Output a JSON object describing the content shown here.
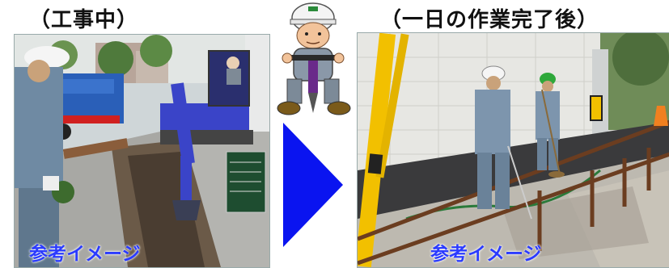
{
  "headings": {
    "during_work": "（工事中）",
    "after_day_work": "（一日の作業完了後）"
  },
  "captions": {
    "left_photo": "参考イメージ",
    "right_photo": "参考イメージ"
  },
  "colors": {
    "caption": "#2b3bff",
    "arrow": "#0a14f0",
    "excavator": "#3a44c8",
    "pole": "#f2c000"
  },
  "icons": {
    "worker": "worker-with-jackhammer-illustration",
    "arrow": "right-triangle-arrow"
  }
}
